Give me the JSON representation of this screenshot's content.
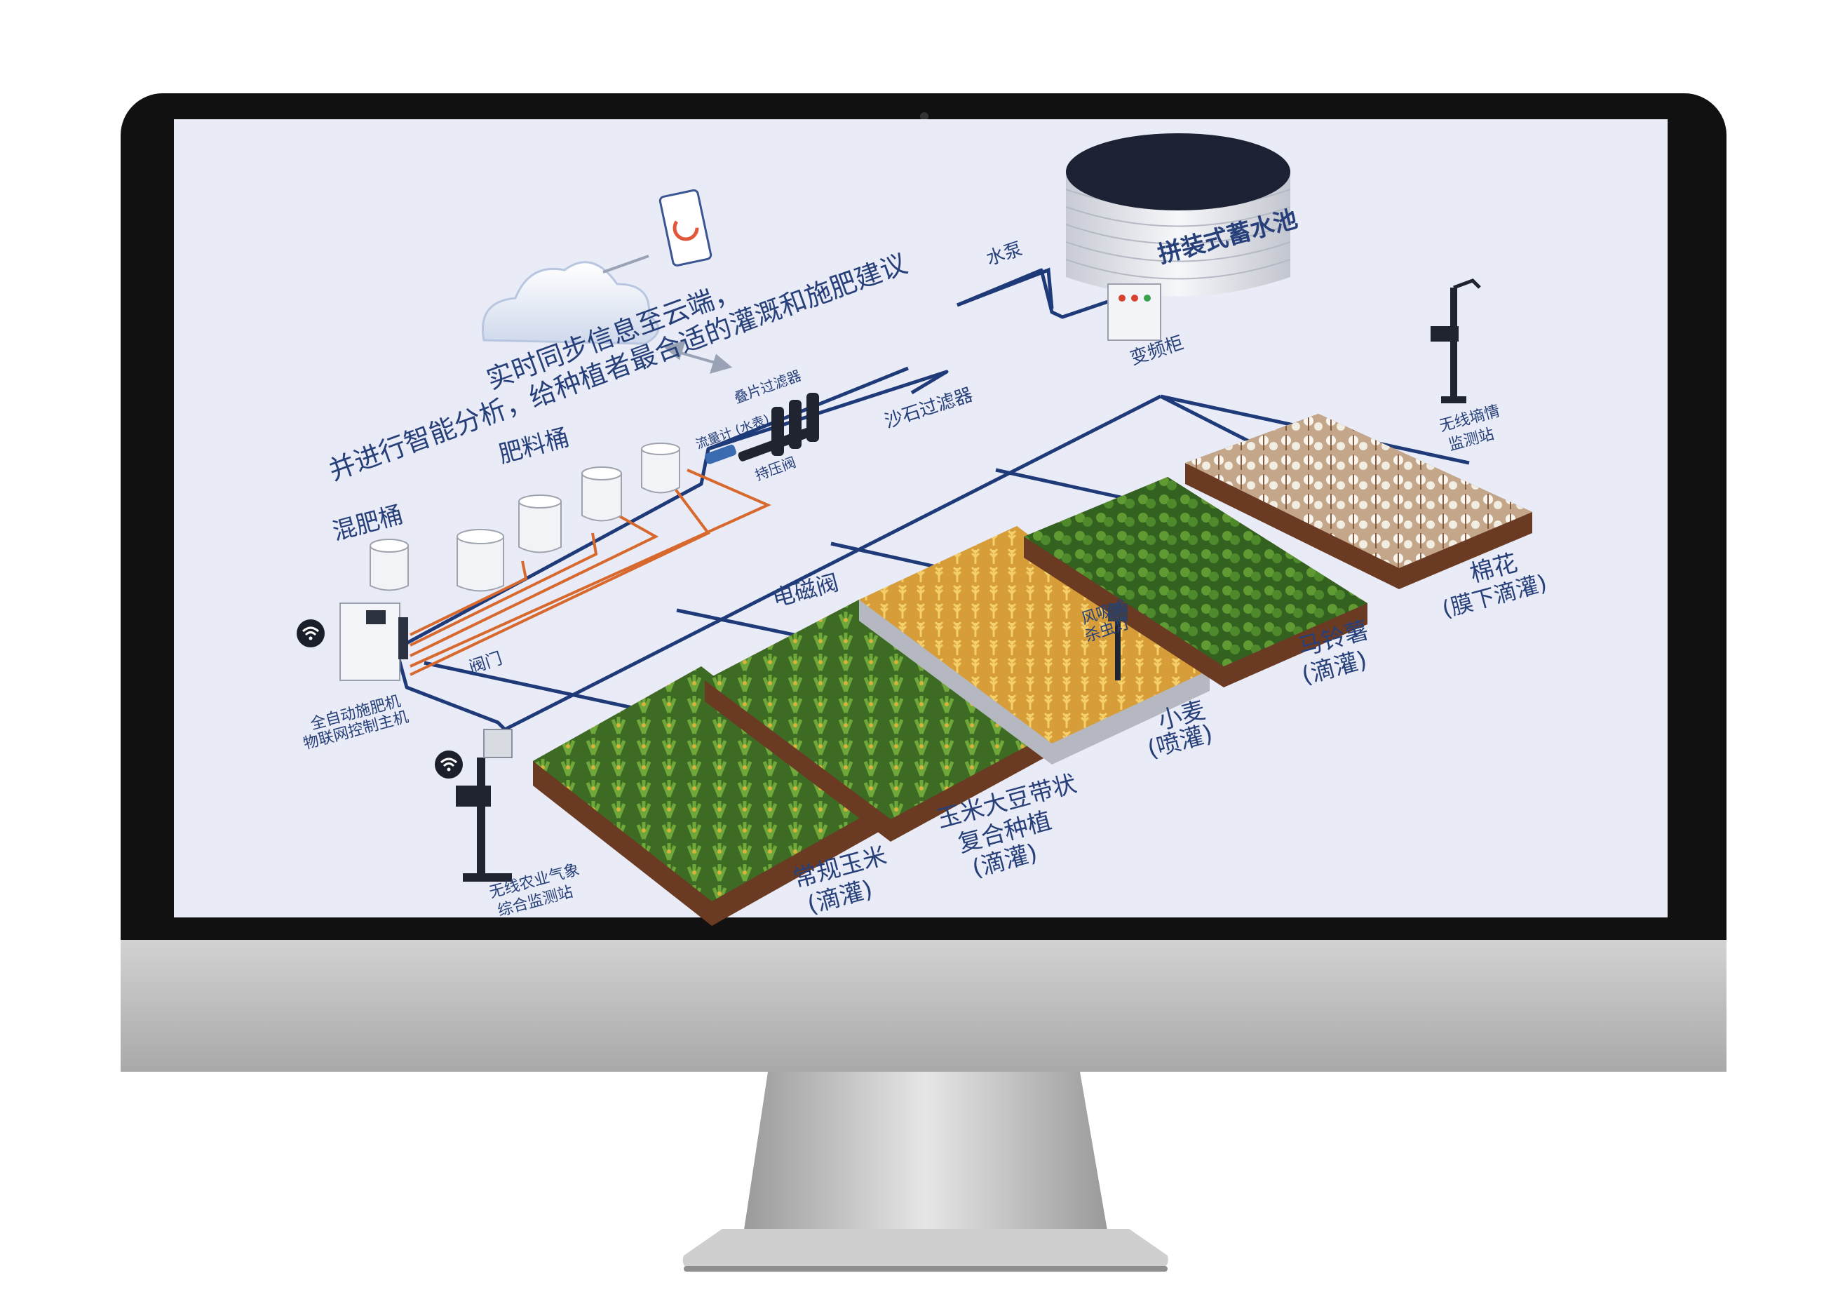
{
  "colors": {
    "screen_bg": "#e9ecf6",
    "pipe": "#1f3a78",
    "fert_pipe": "#d8692e",
    "label": "#27407a",
    "bezel": "#101010",
    "chin": "#bdbdbd",
    "soil": "#6b3a22",
    "crop_green": "#4f8a2a",
    "wheat_gold": "#e0b24a",
    "cotton_white": "#f4f1ea"
  },
  "diagram": {
    "cloud_text_line1": "实时同步信息至云端，",
    "cloud_text_line2": "并进行智能分析，给种植者最合适的灌溉和施肥建议",
    "reservoir": "拼装式蓄水池",
    "pump": "水泵",
    "vfd_cabinet": "变频柜",
    "sand_filter": "沙石过滤器",
    "disc_filter": "叠片过滤器",
    "flow_meter": "流量计\n(水表)",
    "pressure_valve": "持压阀",
    "fertilizer_bucket": "肥料桶",
    "mixing_bucket": "混肥桶",
    "controller_line1": "全自动施肥机",
    "controller_line2": "物联网控制主机",
    "valve": "阀门",
    "solenoid_valve": "电磁阀",
    "insect_lamp_line1": "风吸式",
    "insect_lamp_line2": "杀虫灯",
    "soil_station_line1": "无线墒情",
    "soil_station_line2": "监测站",
    "weather_station_line1": "无线农业气象",
    "weather_station_line2": "综合监测站"
  },
  "fields": [
    {
      "name": "corn",
      "label1": "常规玉米",
      "label2": "(滴灌)",
      "label3": ""
    },
    {
      "name": "corn-soy",
      "label1": "玉米大豆带状",
      "label2": "复合种植",
      "label3": "(滴灌)"
    },
    {
      "name": "wheat",
      "label1": "小麦",
      "label2": "(喷灌)",
      "label3": ""
    },
    {
      "name": "potato",
      "label1": "马铃薯",
      "label2": "(滴灌)",
      "label3": ""
    },
    {
      "name": "cotton",
      "label1": "棉花",
      "label2": "(膜下滴灌)",
      "label3": ""
    }
  ]
}
